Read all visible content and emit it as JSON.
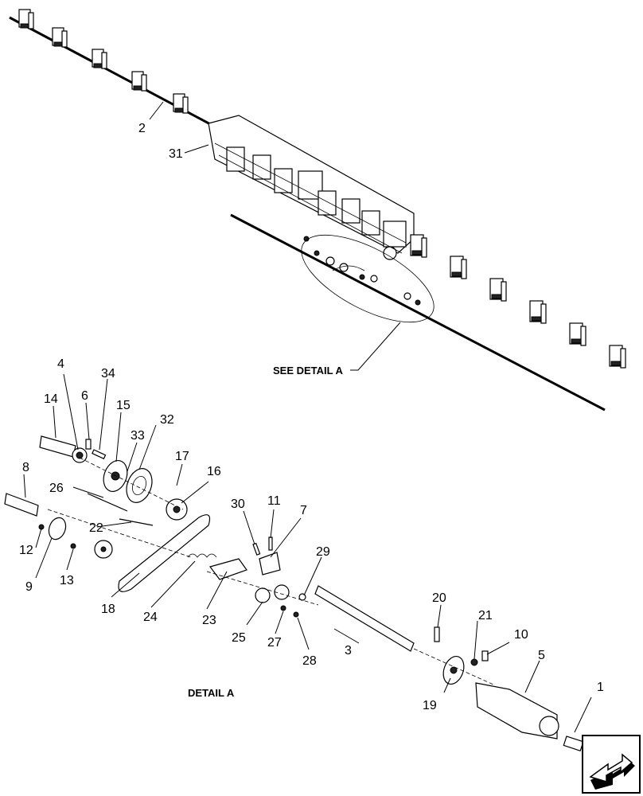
{
  "captions": {
    "see_detail": "SEE DETAIL  A",
    "detail": "DETAIL A"
  },
  "callouts": [
    "1",
    "2",
    "3",
    "4",
    "5",
    "6",
    "7",
    "8",
    "9",
    "10",
    "11",
    "12",
    "13",
    "14",
    "15",
    "16",
    "17",
    "18",
    "19",
    "20",
    "21",
    "22",
    "23",
    "24",
    "25",
    "26",
    "27",
    "28",
    "29",
    "30",
    "31",
    "32",
    "33",
    "34"
  ],
  "nav_icon": "next-page-arrow-icon"
}
